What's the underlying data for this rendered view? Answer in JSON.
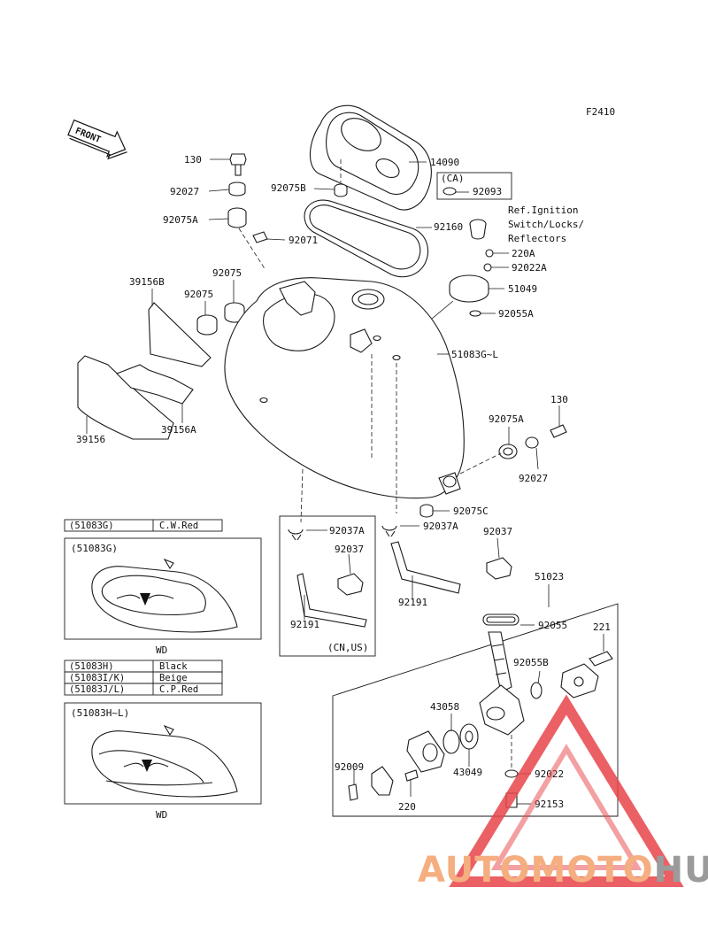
{
  "figure_code": "F2410",
  "front_label": "FRONT",
  "parts": [
    {
      "id": "130",
      "label": "130"
    },
    {
      "id": "92027",
      "label": "92027"
    },
    {
      "id": "92075A",
      "label": "92075A"
    },
    {
      "id": "92075B",
      "label": "92075B"
    },
    {
      "id": "14090",
      "label": "14090"
    },
    {
      "id": "ca",
      "label": "(CA)"
    },
    {
      "id": "92093",
      "label": "92093"
    },
    {
      "id": "92160",
      "label": "92160"
    },
    {
      "id": "ref1",
      "label": "Ref.Ignition"
    },
    {
      "id": "ref2",
      "label": "Switch/Locks/"
    },
    {
      "id": "ref3",
      "label": "Reflectors"
    },
    {
      "id": "92071",
      "label": "92071"
    },
    {
      "id": "220A",
      "label": "220A"
    },
    {
      "id": "92022A",
      "label": "92022A"
    },
    {
      "id": "39156B",
      "label": "39156B"
    },
    {
      "id": "92075L",
      "label": "92075"
    },
    {
      "id": "92075R",
      "label": "92075"
    },
    {
      "id": "51049",
      "label": "51049"
    },
    {
      "id": "92055A",
      "label": "92055A"
    },
    {
      "id": "51083GL",
      "label": "51083G~L"
    },
    {
      "id": "130b",
      "label": "130"
    },
    {
      "id": "92075A2",
      "label": "92075A"
    },
    {
      "id": "39156",
      "label": "39156"
    },
    {
      "id": "39156A",
      "label": "39156A"
    },
    {
      "id": "92027b",
      "label": "92027"
    },
    {
      "id": "92075C",
      "label": "92075C"
    },
    {
      "id": "92037A1",
      "label": "92037A"
    },
    {
      "id": "92037A2",
      "label": "92037A"
    },
    {
      "id": "92037a",
      "label": "92037"
    },
    {
      "id": "92037b",
      "label": "92037"
    },
    {
      "id": "51023",
      "label": "51023"
    },
    {
      "id": "92191a",
      "label": "92191"
    },
    {
      "id": "92191b",
      "label": "92191"
    },
    {
      "id": "cnus",
      "label": "(CN,US)"
    },
    {
      "id": "92055",
      "label": "92055"
    },
    {
      "id": "221",
      "label": "221"
    },
    {
      "id": "92055B",
      "label": "92055B"
    },
    {
      "id": "43058",
      "label": "43058"
    },
    {
      "id": "43049",
      "label": "43049"
    },
    {
      "id": "92009",
      "label": "92009"
    },
    {
      "id": "92022",
      "label": "92022"
    },
    {
      "id": "220",
      "label": "220"
    },
    {
      "id": "92153",
      "label": "92153"
    }
  ],
  "color_tables": [
    {
      "rows": [
        {
          "code": "(51083G)",
          "color": "C.W.Red"
        }
      ]
    },
    {
      "rows": [
        {
          "code": "(51083H)",
          "color": "Black"
        },
        {
          "code": "(51083I/K)",
          "color": "Beige"
        },
        {
          "code": "(51083J/L)",
          "color": "C.P.Red"
        }
      ]
    }
  ],
  "insets": [
    {
      "title": "(51083G)",
      "caption": "WD"
    },
    {
      "title": "(51083H~L)",
      "caption": "WD"
    }
  ],
  "watermark": {
    "part1": "AUTOMOTO",
    "part2": "HUB",
    "color1": "#f4a06a",
    "color2": "#8a8a8a",
    "triangle_color": "#e8454a"
  }
}
